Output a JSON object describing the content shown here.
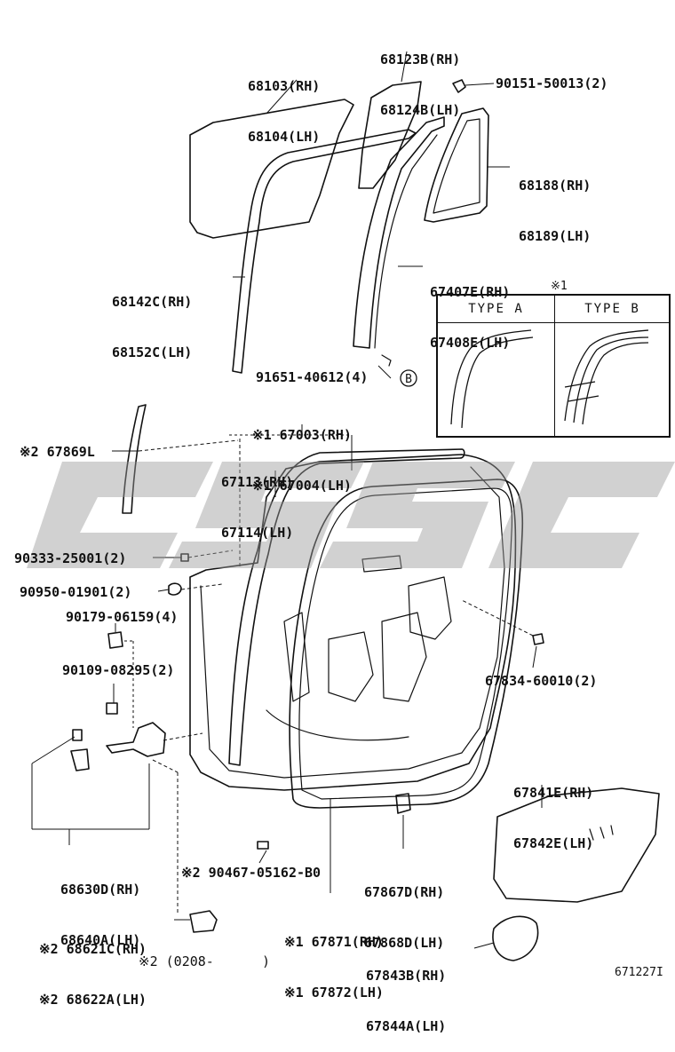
{
  "parts": {
    "p68103": [
      "68103(RH)",
      "68104(LH)"
    ],
    "p68123": [
      "68123B(RH)",
      "68124B(LH)"
    ],
    "p90151": "90151-50013(2)",
    "p68188": [
      "68188(RH)",
      "68189(LH)"
    ],
    "p67407": [
      "67407E(RH)",
      "67408E(LH)"
    ],
    "p68142": [
      "68142C(RH)",
      "68152C(LH)"
    ],
    "p91651": "91651-40612(4)",
    "p91651_ref": "B",
    "p67003": [
      "※1 67003(RH)",
      "※1 67004(LH)"
    ],
    "p67113": [
      "67113(RH)",
      "67114(LH)"
    ],
    "p67869": "※2 67869L",
    "p90333": "90333-25001(2)",
    "p90950": "90950-01901(2)",
    "p90179": "90179-06159(4)",
    "p90109": "90109-08295(2)",
    "p67834": "67834-60010(2)",
    "p67841": [
      "67841E(RH)",
      "67842E(LH)"
    ],
    "p68630": [
      "68630D(RH)",
      "68640A(LH)"
    ],
    "p67867": [
      "67867D(RH)",
      "67868D(LH)"
    ],
    "p90467": "※2 90467-05162-B0",
    "p67871": [
      "※1 67871(RH)",
      "※1 67872(LH)"
    ],
    "p68621": [
      "※2 68621C(RH)",
      "※2 68622A(LH)"
    ],
    "p67843": [
      "67843B(RH)",
      "67844A(LH)"
    ]
  },
  "inset": {
    "marker": "※1",
    "type_a": "TYPE A",
    "type_b": "TYPE B"
  },
  "footnote": "※2 (0208-      )",
  "figure_ref": "671227I"
}
